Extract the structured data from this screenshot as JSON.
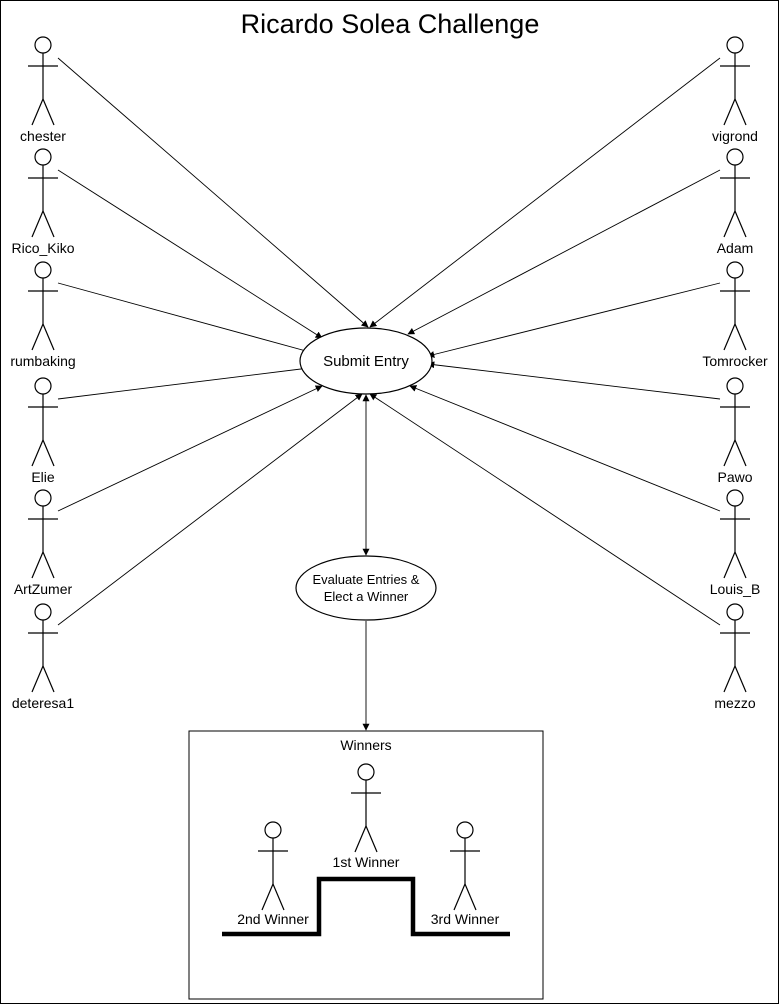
{
  "title": "Ricardo Solea Challenge",
  "left_actors": [
    "chester",
    "Rico_Kiko",
    "rumbaking",
    "Elie",
    "ArtZumer",
    "deteresa1"
  ],
  "right_actors": [
    "vigrond",
    "Adam",
    "Tomrocker",
    "Pawo",
    "Louis_B",
    "mezzo"
  ],
  "use_cases": {
    "submit": "Submit Entry",
    "evaluate_line1": "Evaluate Entries &",
    "evaluate_line2": "Elect a Winner"
  },
  "winners": {
    "box_title": "Winners",
    "first": "1st Winner",
    "second": "2nd Winner",
    "third": "3rd Winner"
  }
}
